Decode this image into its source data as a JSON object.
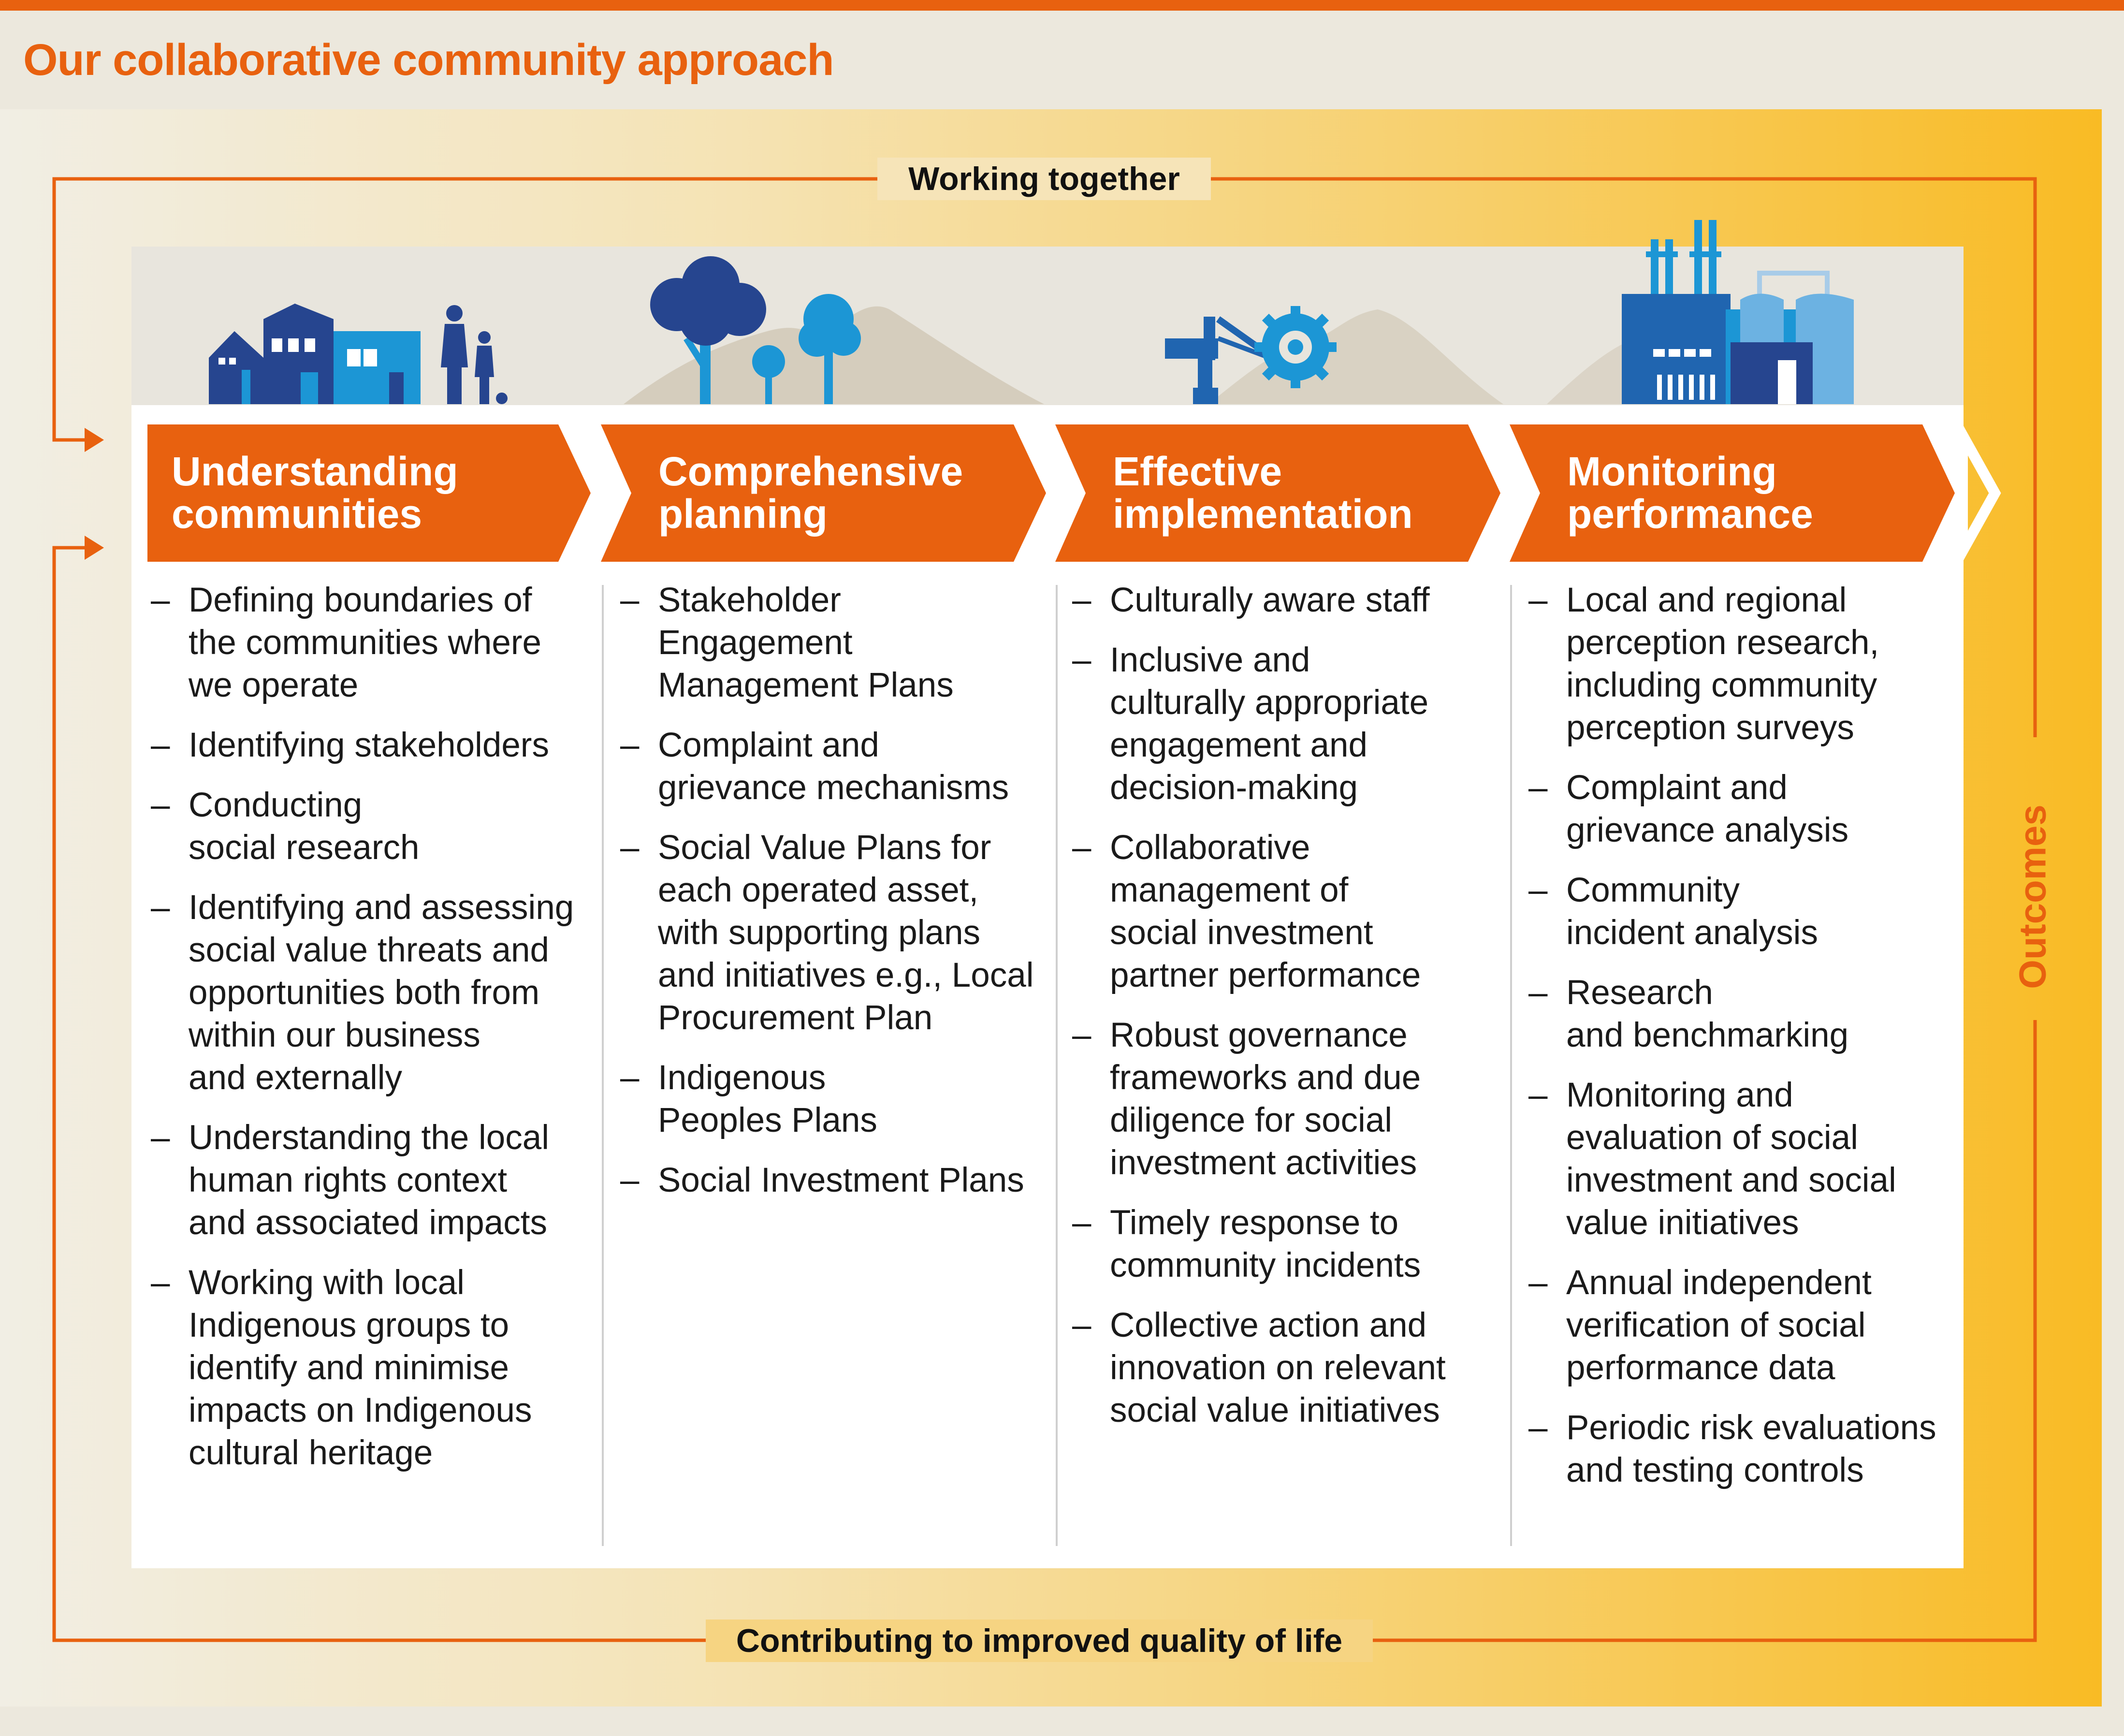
{
  "title": "Our collaborative community approach",
  "top_banner": "Working together",
  "bottom_banner": "Contributing to improved quality of life",
  "side_label": "Outcomes",
  "colors": {
    "accent_orange": "#e8610f",
    "yellow": "#f9bb24",
    "dark_blue": "#26458f",
    "mid_blue": "#2065b0",
    "light_blue": "#1c96d5",
    "hill": "#d5cdbd"
  },
  "steps": [
    {
      "title_lines": [
        "Understanding",
        "communities"
      ],
      "icon": "houses-and-people-icon",
      "items": [
        [
          "Defining boundaries of",
          "the communities where",
          "we operate"
        ],
        [
          "Identifying stakeholders"
        ],
        [
          "Conducting",
          "social research"
        ],
        [
          "Identifying and assessing",
          "social value threats and",
          "opportunities both from",
          "within our business",
          "and externally"
        ],
        [
          "Understanding the local",
          "human rights context",
          "and associated impacts"
        ],
        [
          "Working with local",
          "Indigenous groups to",
          "identify and minimise",
          "impacts on Indigenous",
          "cultural heritage"
        ]
      ]
    },
    {
      "title_lines": [
        "Comprehensive",
        "planning"
      ],
      "icon": "trees-icon",
      "items": [
        [
          "Stakeholder",
          "Engagement",
          "Management Plans"
        ],
        [
          "Complaint and",
          "grievance mechanisms"
        ],
        [
          "Social Value Plans for",
          "each operated asset,",
          "with supporting plans",
          "and initiatives e.g., Local",
          "Procurement Plan"
        ],
        [
          "Indigenous",
          "Peoples Plans"
        ],
        [
          "Social Investment Plans"
        ]
      ]
    },
    {
      "title_lines": [
        "Effective",
        "implementation"
      ],
      "icon": "mining-machinery-icon",
      "items": [
        [
          "Culturally aware staff"
        ],
        [
          "Inclusive and",
          "culturally appropriate",
          "engagement and",
          "decision-making"
        ],
        [
          "Collaborative",
          "management of",
          "social investment",
          "partner performance"
        ],
        [
          "Robust governance",
          "frameworks and due",
          "diligence for social",
          "investment activities"
        ],
        [
          "Timely response to",
          "community incidents"
        ],
        [
          "Collective action and",
          "innovation on relevant",
          "social value initiatives"
        ]
      ]
    },
    {
      "title_lines": [
        "Monitoring",
        "performance"
      ],
      "icon": "processing-plant-icon",
      "items": [
        [
          "Local and regional",
          "perception research,",
          "including community",
          "perception surveys"
        ],
        [
          "Complaint and",
          "grievance analysis"
        ],
        [
          "Community",
          "incident analysis"
        ],
        [
          "Research",
          "and benchmarking"
        ],
        [
          "Monitoring and",
          "evaluation of social",
          "investment and social",
          "value initiatives"
        ],
        [
          "Annual independent",
          "verification of social",
          "performance data"
        ],
        [
          "Periodic risk evaluations",
          "and testing controls"
        ]
      ]
    }
  ]
}
